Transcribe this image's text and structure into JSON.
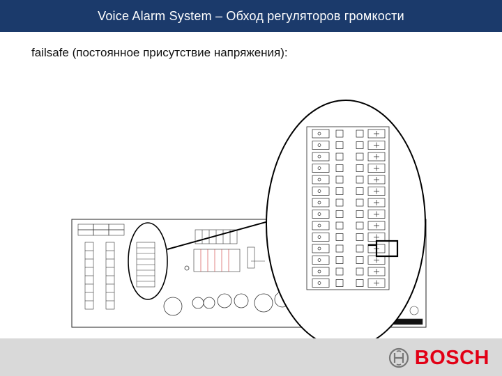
{
  "header": {
    "title": "Voice Alarm System – Обход регуляторов громкости"
  },
  "slide": {
    "subtitle": "failsafe (постоянное присутствие напряжения):"
  },
  "brand": {
    "name": "BOSCH",
    "color": "#e20015"
  },
  "colors": {
    "header_bg": "#1b3a6b",
    "footer_bg": "#d9d9d9"
  }
}
